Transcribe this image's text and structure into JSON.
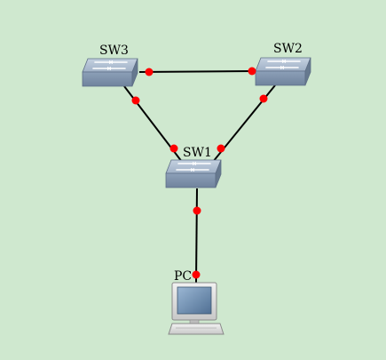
{
  "canvas": {
    "background": "#cfe8cf"
  },
  "colors": {
    "link": "#000000",
    "port": "#ff0000",
    "switch_top": "#aab9cc",
    "switch_front": "#7f93ad",
    "switch_side": "#6c7f98",
    "pc_body": "#e3e3e3",
    "pc_screen": "#6f8fb0"
  },
  "nodes": {
    "sw1": {
      "label": "SW1",
      "type": "switch"
    },
    "sw2": {
      "label": "SW2",
      "type": "switch"
    },
    "sw3": {
      "label": "SW3",
      "type": "switch"
    },
    "pc": {
      "label": "PC",
      "type": "computer"
    }
  },
  "links": [
    {
      "from": "sw3",
      "to": "sw2"
    },
    {
      "from": "sw3",
      "to": "sw1"
    },
    {
      "from": "sw2",
      "to": "sw1"
    },
    {
      "from": "sw1",
      "to": "pc"
    }
  ]
}
